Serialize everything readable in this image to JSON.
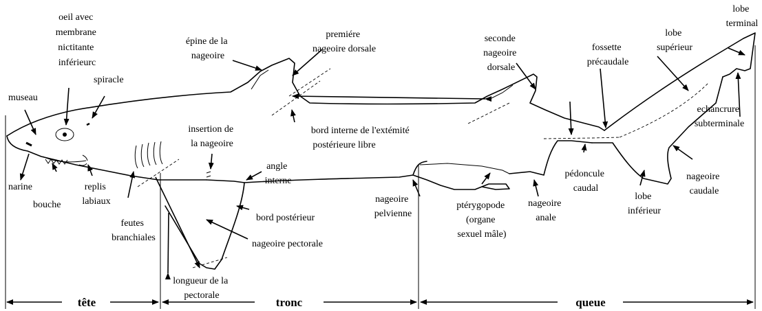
{
  "labels": {
    "oeil": [
      "oeil avec",
      "membrane",
      "nictitante",
      "inférieurc"
    ],
    "museau": "museau",
    "spiracle": "spiracle",
    "epine": [
      "épine de la",
      "nageoire"
    ],
    "premiere_dorsale": [
      "premiére",
      "nageoire dorsale"
    ],
    "seconde_dorsale": [
      "seconde",
      "nageoire",
      "dorsale"
    ],
    "fossette": [
      "fossette",
      "précaudale"
    ],
    "lobe_superieur": [
      "lobe",
      "supérieur"
    ],
    "lobe_terminal": [
      "lobe",
      "terminal"
    ],
    "echancrure": [
      "echancrure",
      "subterminale"
    ],
    "bord_interne": [
      "bord interne de l'extémité",
      "postérieure libre"
    ],
    "insertion": [
      "insertion de",
      "la nageoire"
    ],
    "angle_interne": [
      "angle",
      "interne"
    ],
    "narine": "narine",
    "bouche": "bouche",
    "replis": [
      "replis",
      "labiaux"
    ],
    "feutes": [
      "feutes",
      "branchiales"
    ],
    "bord_posterieur": "bord postérieur",
    "nageoire_pectorale": "nageoire pectorale",
    "nageoire_pelvienne": [
      "nageoire",
      "pelvienne"
    ],
    "pterygopode": [
      "ptérygopode",
      "(organe",
      "sexuel mâle)"
    ],
    "nageoire_anale": [
      "nageoire",
      "anale"
    ],
    "pedoncule": [
      "pédoncule",
      "caudal"
    ],
    "lobe_inferieur": [
      "lobe",
      "inférieur"
    ],
    "nageoire_caudale": [
      "nageoire",
      "caudale"
    ],
    "longueur": [
      "longueur de la",
      "pectorale"
    ]
  },
  "sections": {
    "tete": "tête",
    "tronc": "tronc",
    "queue": "queue"
  }
}
